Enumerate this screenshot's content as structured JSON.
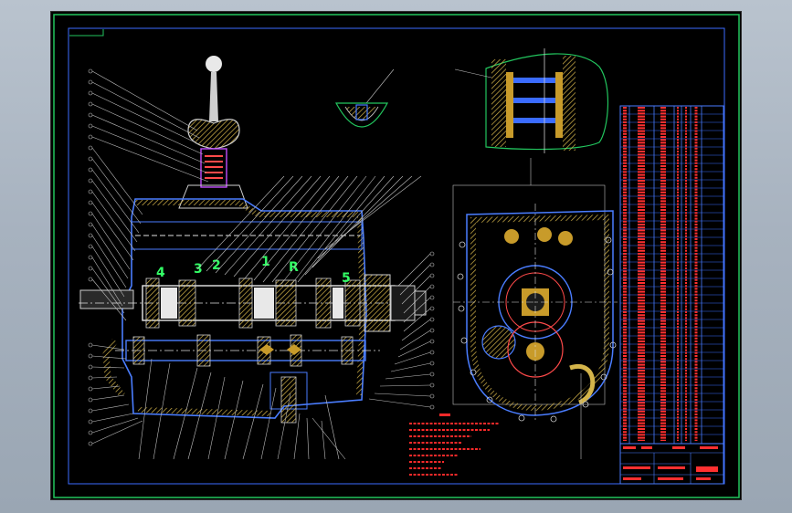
{
  "drawing": {
    "gear_labels": [
      "4",
      "3",
      "2",
      "1",
      "R",
      "5"
    ],
    "colors": {
      "background": "#000000",
      "outer_frame": "#22c55e",
      "inner_frame": "#3b6cff",
      "section_lines": "#4a7dff",
      "hatch": "#d4b44a",
      "leader_lines": "#bfbfbf",
      "notes_text": "#ff2a2a",
      "part_list": "#ff3030",
      "gear_number_labels": "#33ff66"
    }
  }
}
